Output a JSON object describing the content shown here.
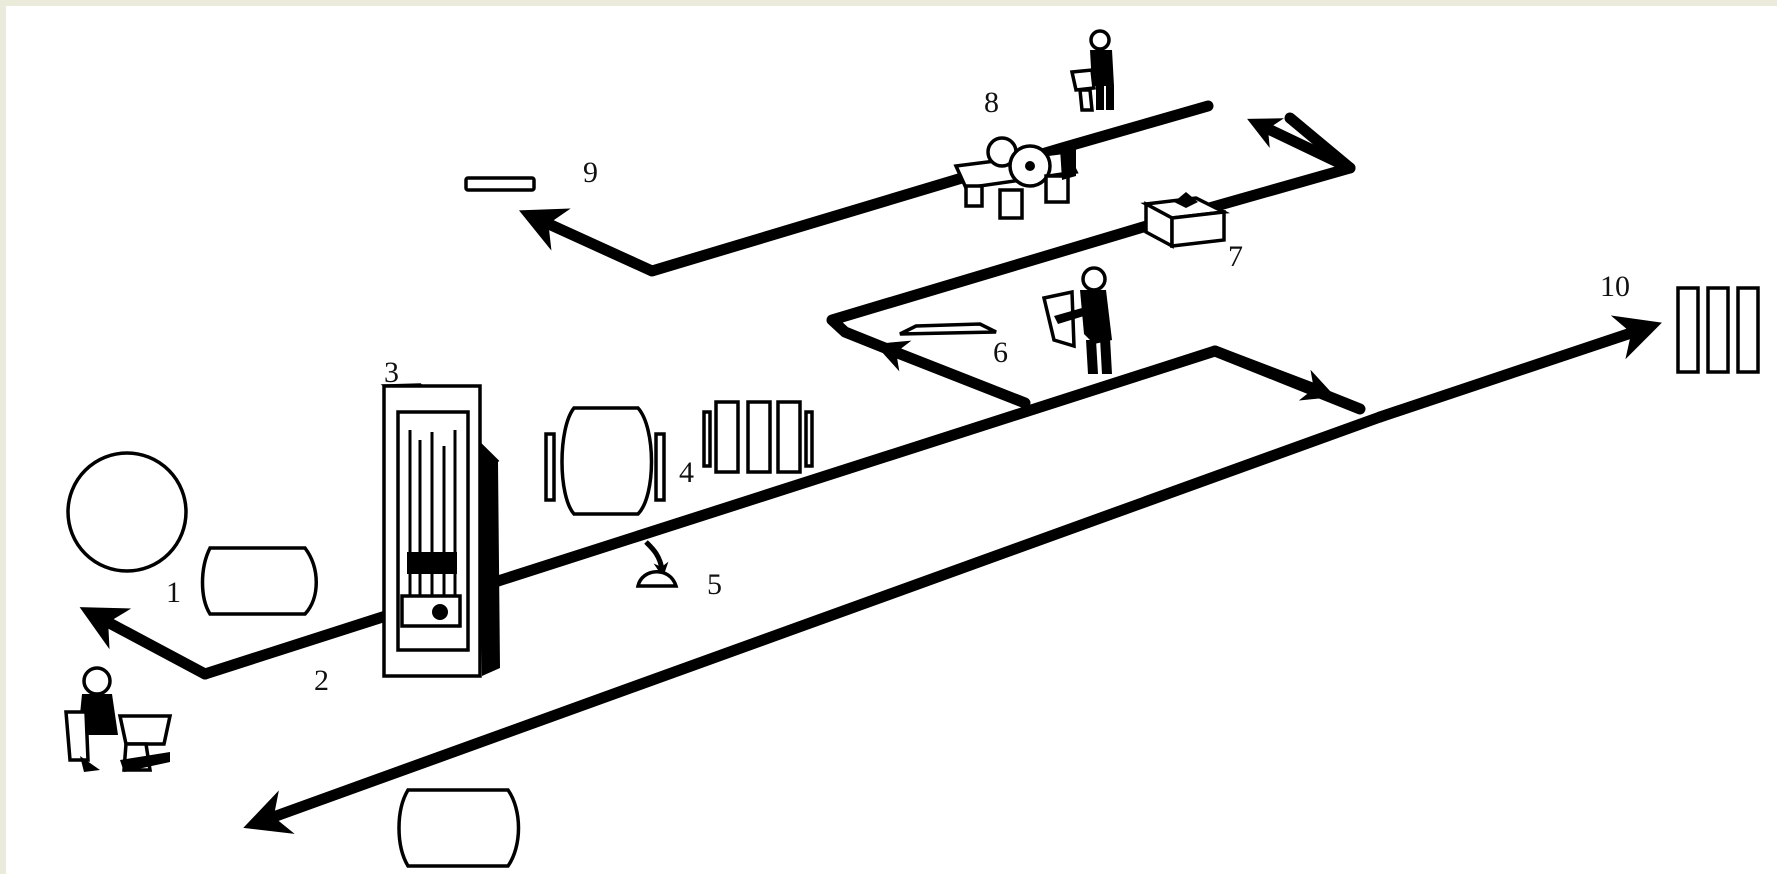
{
  "labels": {
    "n1": "1",
    "n2": "2",
    "n3": "3",
    "n4": "4",
    "n5": "5",
    "n6": "6",
    "n7": "7",
    "n8": "8",
    "n9": "9",
    "n10": "10"
  },
  "colors": {
    "frame": "#ebebdc",
    "background": "#ffffff",
    "ink": "#000000"
  }
}
